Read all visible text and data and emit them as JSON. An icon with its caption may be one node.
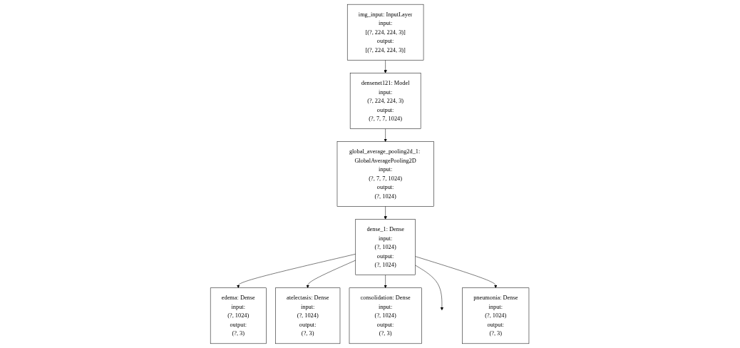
{
  "diagram": {
    "nodes": [
      {
        "text": [
          "img_input: InputLayer",
          "input:",
          "[(?, 224, 224, 3)]",
          "output:",
          "[(?, 224, 224, 3)]"
        ]
      },
      {
        "text": [
          "densenet121: Model",
          "input:",
          "(?, 224, 224, 3)",
          "output:",
          "(?, 7, 7, 1024)"
        ]
      },
      {
        "text": [
          "global_average_pooling2d_1: GlobalAveragePooling2D",
          "input:",
          "(?, 7, 7, 1024)",
          "output:",
          "(?, 1024)"
        ]
      },
      {
        "text": [
          "dense_1: Dense",
          "input:",
          "(?, 1024)",
          "output:",
          "(?, 1024)"
        ]
      },
      {
        "text": [
          "edema: Dense",
          "input:",
          "(?, 1024)",
          "output:",
          "(?, 3)"
        ]
      },
      {
        "text": [
          "atelectasis: Dense",
          "input:",
          "(?, 1024)",
          "output:",
          "(?, 3)"
        ]
      },
      {
        "text": [
          "consolidation: Dense",
          "input:",
          "(?, 1024)",
          "output:",
          "(?, 3)"
        ]
      },
      {
        "text": [
          "pneumonia: Dense",
          "input:",
          "(?, 1024)",
          "output:",
          "(?, 3)"
        ]
      }
    ],
    "edges": [
      {
        "from": 0,
        "to": 1,
        "arrow": "to"
      },
      {
        "from": 1,
        "to": 2,
        "arrow": "to"
      },
      {
        "from": 2,
        "to": 3,
        "arrow": "to"
      },
      {
        "from": 3,
        "to": 4,
        "arrow": "to"
      },
      {
        "from": 3,
        "to": 5,
        "arrow": "to"
      },
      {
        "from": 3,
        "to": 6,
        "arrow": "to"
      },
      {
        "from": 3,
        "to": null,
        "arrow": "to"
      },
      {
        "from": 3,
        "to": 7,
        "arrow": "to"
      }
    ]
  }
}
